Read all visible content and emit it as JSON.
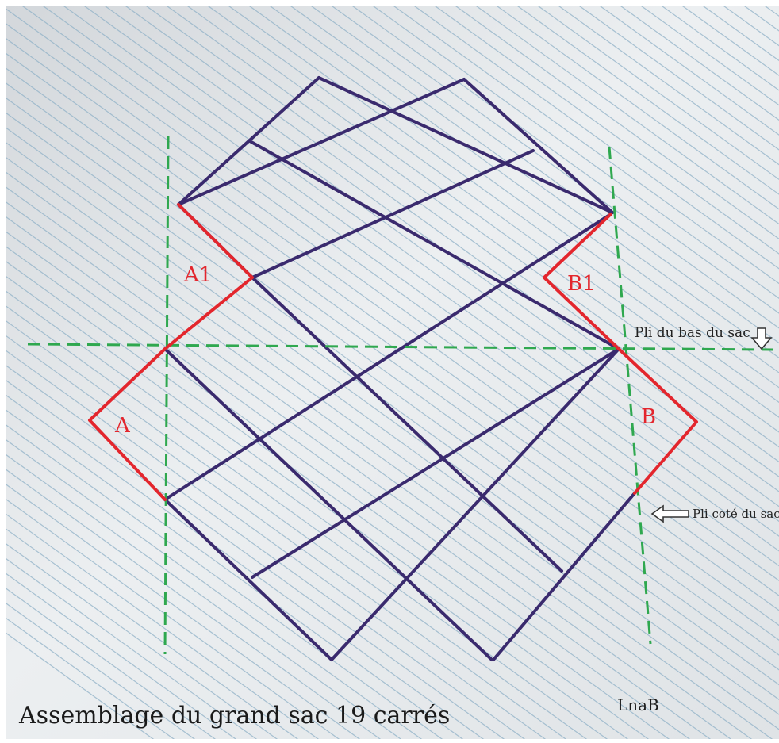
{
  "labels": {
    "a1": "A1",
    "b1": "B1",
    "a": "A",
    "b": "B",
    "fold_bottom": "Pli du bas du sac",
    "fold_side": "Pli coté du sac",
    "title": "Assemblage du grand sac 19 carrés",
    "signature": "LnaB"
  },
  "colors": {
    "paper": "#e6e9ec",
    "rule": "#8fb1c7",
    "grid": "#3a2a6e",
    "seam": "#e3262d",
    "fold": "#2fa84f"
  },
  "icons": {
    "down_arrow": "down-arrow-icon",
    "left_arrow": "left-arrow-icon"
  }
}
